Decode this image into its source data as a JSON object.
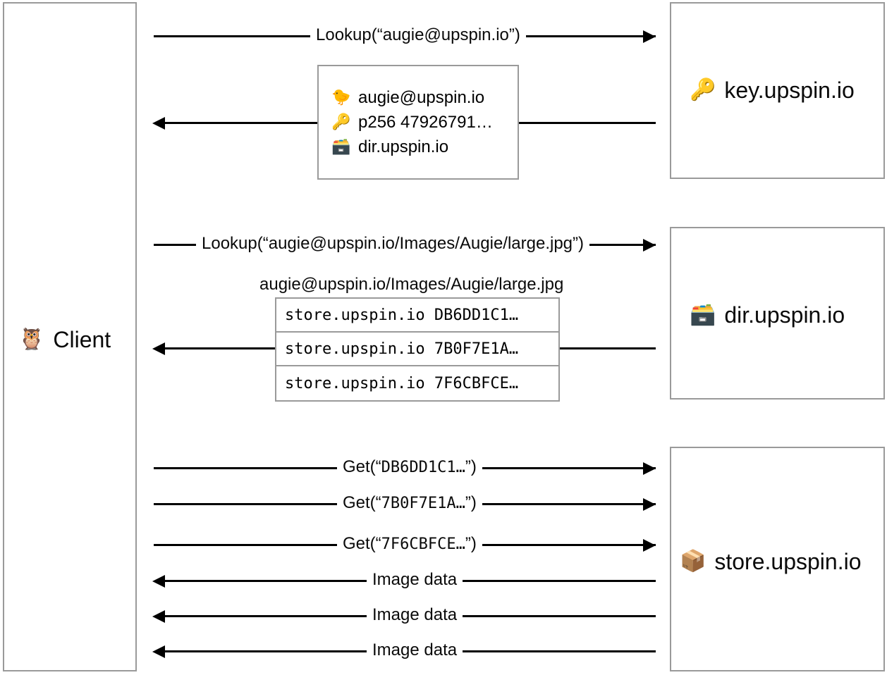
{
  "diagram": {
    "title": "Upspin client lookup and fetch sequence",
    "type": "sequence-diagram",
    "background": "#ffffff",
    "line_color": "#000000",
    "box_border_color": "#9a9a9a"
  },
  "actors": {
    "client": {
      "label": "Client",
      "icon": "owl-icon",
      "emoji": "🦉"
    },
    "key": {
      "label": "key.upspin.io",
      "icon": "key-icon",
      "emoji": "🔑"
    },
    "dir": {
      "label": "dir.upspin.io",
      "icon": "card-file-box-icon",
      "emoji": "🗃️"
    },
    "store": {
      "label": "store.upspin.io",
      "icon": "package-icon",
      "emoji": "📦"
    }
  },
  "messages": {
    "key_lookup_request": "Lookup(“augie@upspin.io”)",
    "dir_lookup_request": "Lookup(“augie@upspin.io/Images/Augie/large.jpg”)",
    "get_1_prefix": "Get(“",
    "get_1_hash": "DB6DD1C1…",
    "get_1_suffix": "”)",
    "get_2_prefix": "Get(“",
    "get_2_hash": "7B0F7E1A…",
    "get_2_suffix": "”)",
    "get_3_prefix": "Get(“",
    "get_3_hash": "7F6CBFCE…",
    "get_3_suffix": "”)",
    "image_data_1": "Image data",
    "image_data_2": "Image data",
    "image_data_3": "Image data"
  },
  "key_record": {
    "rows": [
      {
        "icon": "baby-chick-icon",
        "emoji": "🐤",
        "text": "augie@upspin.io"
      },
      {
        "icon": "key-icon",
        "emoji": "🔑",
        "text": "p256 47926791…"
      },
      {
        "icon": "card-file-box-icon",
        "emoji": "🗃️",
        "text": "dir.upspin.io"
      }
    ]
  },
  "dir_record": {
    "path": "augie@upspin.io/Images/Augie/large.jpg",
    "rows": [
      "store.upspin.io DB6DD1C1…",
      "store.upspin.io 7B0F7E1A…",
      "store.upspin.io 7F6CBFCE…"
    ]
  }
}
